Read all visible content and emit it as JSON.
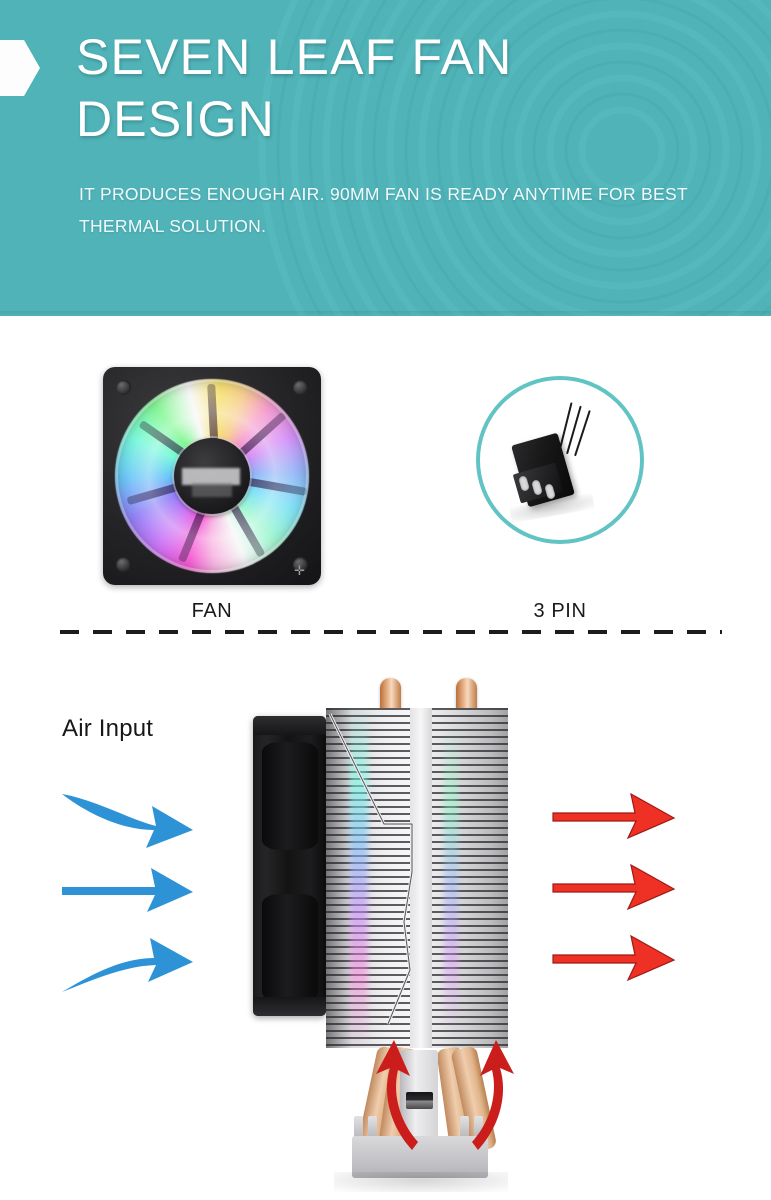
{
  "header": {
    "title": "SEVEN LEAF FAN\nDESIGN",
    "subtitle": "IT PRODUCES ENOUGH AIR. 90MM FAN IS READY ANYTIME FOR BEST THERMAL SOLUTION.",
    "background_color": "#4FB3B8",
    "arrow_color": "#FDFDFD",
    "title_color": "#FFFFFF"
  },
  "parts": {
    "fan": {
      "label": "FAN",
      "vent_glyph": "✛"
    },
    "pin": {
      "label": "3 PIN",
      "circle_color": "#62C3C4"
    }
  },
  "airflow": {
    "input_label": "Air Input",
    "inlet_arrow_color": "#2E93D6",
    "outlet_arrow_color": "#EE3124",
    "base_arrow_color": "#CC1D1D"
  }
}
